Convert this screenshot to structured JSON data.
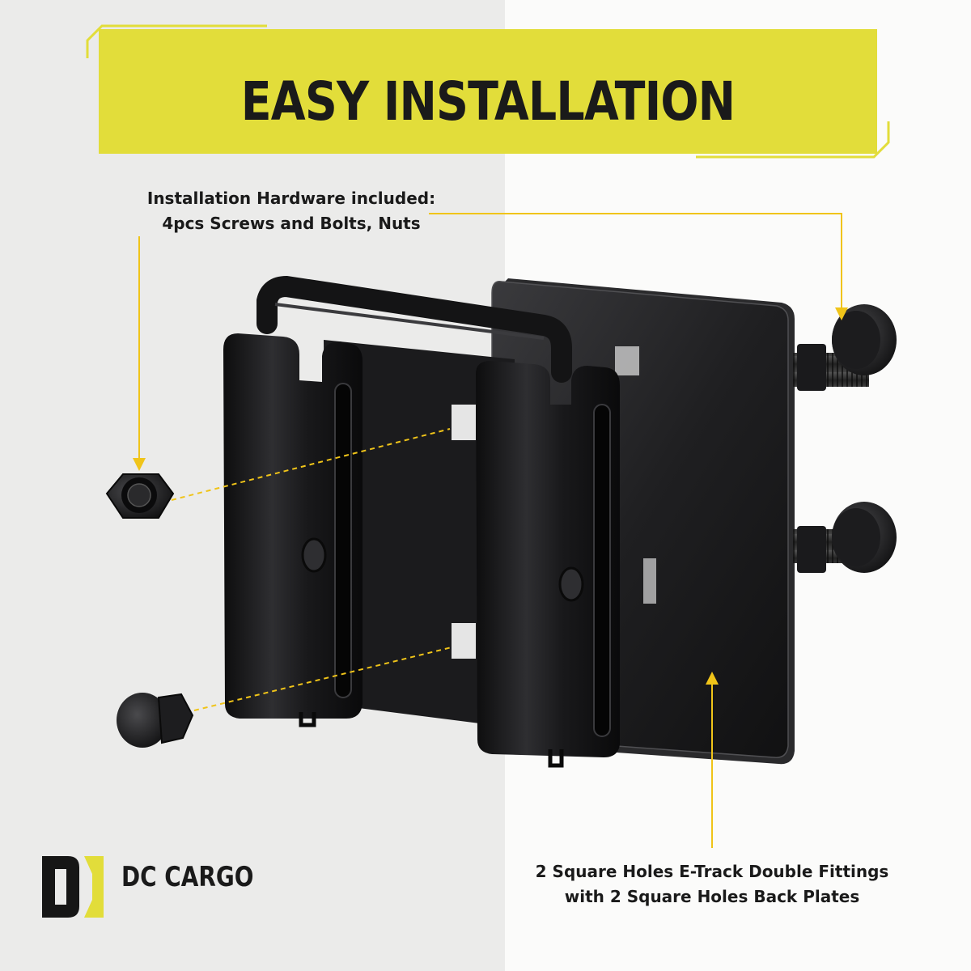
{
  "banner": {
    "title": "EASY INSTALLATION"
  },
  "callouts": {
    "hardware_line1": "Installation Hardware included:",
    "hardware_line2": "4pcs Screws and Bolts, Nuts",
    "fittings_line1": "2 Square Holes E-Track Double Fittings",
    "fittings_line2": "with 2 Square Holes Back Plates"
  },
  "brand": {
    "name": "DC CARGO"
  },
  "colors": {
    "accent_yellow": "#e2dd3a",
    "leader_yellow": "#f0c419",
    "hardware_black": "#1c1c1e",
    "bg_left": "#ebebea",
    "bg_right": "#fbfbfa"
  }
}
